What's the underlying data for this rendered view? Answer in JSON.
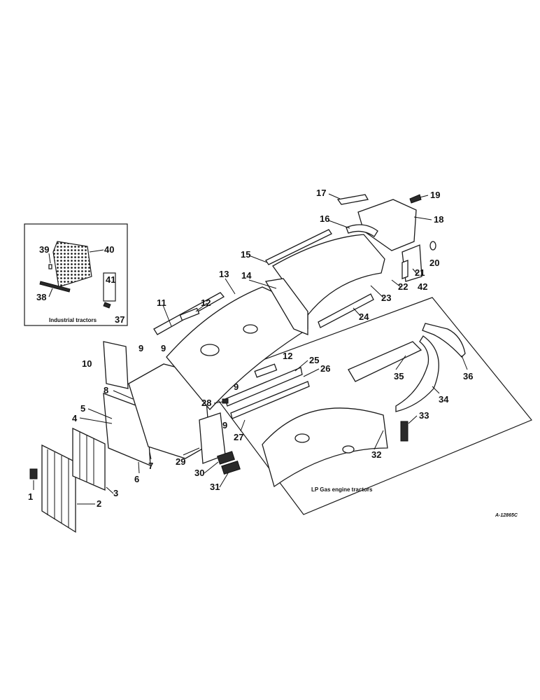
{
  "diagram": {
    "insets": {
      "industrial": {
        "caption": "Industrial tractors"
      },
      "lp_gas": {
        "caption": "LP Gas engine tractors"
      }
    },
    "drawing_number": "A-12865C",
    "callouts": [
      {
        "id": "c1",
        "label": "1"
      },
      {
        "id": "c2",
        "label": "2"
      },
      {
        "id": "c3",
        "label": "3"
      },
      {
        "id": "c4",
        "label": "4"
      },
      {
        "id": "c5",
        "label": "5"
      },
      {
        "id": "c6",
        "label": "6"
      },
      {
        "id": "c7",
        "label": "7"
      },
      {
        "id": "c8",
        "label": "8"
      },
      {
        "id": "c9a",
        "label": "9"
      },
      {
        "id": "c9b",
        "label": "9"
      },
      {
        "id": "c9c",
        "label": "9"
      },
      {
        "id": "c9d",
        "label": "9"
      },
      {
        "id": "c10",
        "label": "10"
      },
      {
        "id": "c11",
        "label": "11"
      },
      {
        "id": "c12a",
        "label": "12"
      },
      {
        "id": "c12b",
        "label": "12"
      },
      {
        "id": "c13",
        "label": "13"
      },
      {
        "id": "c14",
        "label": "14"
      },
      {
        "id": "c15",
        "label": "15"
      },
      {
        "id": "c16",
        "label": "16"
      },
      {
        "id": "c17",
        "label": "17"
      },
      {
        "id": "c18",
        "label": "18"
      },
      {
        "id": "c19",
        "label": "19"
      },
      {
        "id": "c20",
        "label": "20"
      },
      {
        "id": "c21",
        "label": "21"
      },
      {
        "id": "c22",
        "label": "22"
      },
      {
        "id": "c23",
        "label": "23"
      },
      {
        "id": "c24",
        "label": "24"
      },
      {
        "id": "c25",
        "label": "25"
      },
      {
        "id": "c26",
        "label": "26"
      },
      {
        "id": "c27",
        "label": "27"
      },
      {
        "id": "c28",
        "label": "28"
      },
      {
        "id": "c29",
        "label": "29"
      },
      {
        "id": "c30",
        "label": "30"
      },
      {
        "id": "c31",
        "label": "31"
      },
      {
        "id": "c32",
        "label": "32"
      },
      {
        "id": "c33",
        "label": "33"
      },
      {
        "id": "c34",
        "label": "34"
      },
      {
        "id": "c35",
        "label": "35"
      },
      {
        "id": "c36",
        "label": "36"
      },
      {
        "id": "c37",
        "label": "37"
      },
      {
        "id": "c38",
        "label": "38"
      },
      {
        "id": "c39",
        "label": "39"
      },
      {
        "id": "c40",
        "label": "40"
      },
      {
        "id": "c41",
        "label": "41"
      },
      {
        "id": "c42",
        "label": "42"
      }
    ]
  }
}
